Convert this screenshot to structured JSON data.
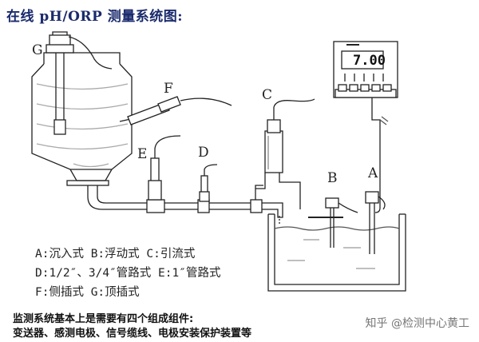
{
  "title": "在线 pH/ORP 测量系统图:",
  "labels": {
    "A": "A",
    "B": "B",
    "C": "C",
    "D": "D",
    "E": "E",
    "F": "F",
    "G": "G"
  },
  "legend": [
    "A:沉入式    B:浮动式  C:引流式",
    "D:1/2″、3/4″管路式  E:1″管路式",
    "F:侧插式   G:顶插式"
  ],
  "note": [
    "监测系统基本上是需要有四个组成组件:",
    "变送器、感测电极、信号缆线、电极安装保护装置等"
  ],
  "transmitter": {
    "reading": "7.00"
  },
  "watermark": "知乎 @检测中心黄工"
}
